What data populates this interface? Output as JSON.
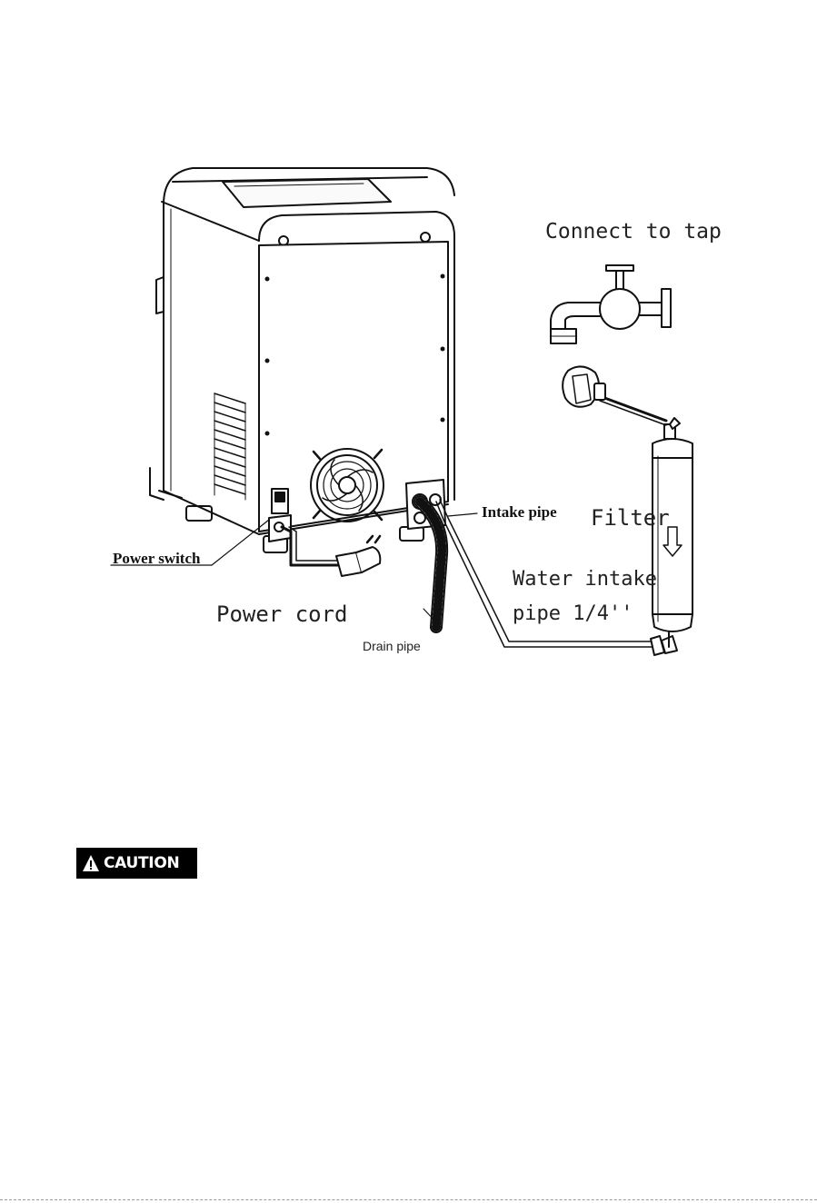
{
  "labels": {
    "connect_to_tap": "Connect to tap",
    "intake_pipe": "Intake pipe",
    "filter": "Filter",
    "power_switch": "Power switch",
    "power_cord": "Power cord",
    "water_intake_line1": "Water intake",
    "water_intake_line2": "pipe 1/4''",
    "drain_pipe": "Drain pipe"
  },
  "caution": {
    "label": "CAUTION",
    "icon": "warning-triangle-icon"
  }
}
